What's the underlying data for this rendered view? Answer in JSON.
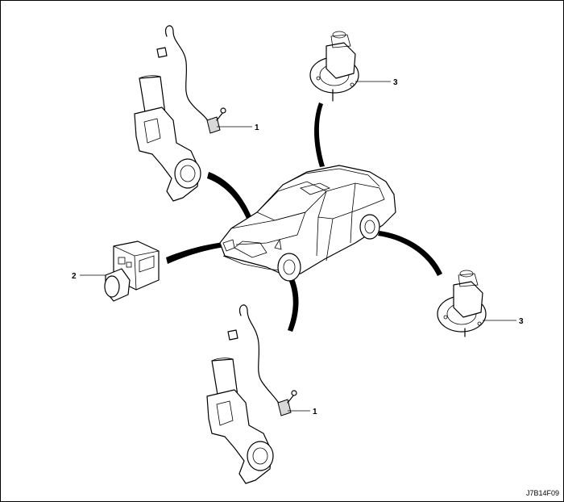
{
  "callouts": {
    "c1_top": "1",
    "c1_bottom": "1",
    "c2": "2",
    "c3_top": "3",
    "c3_right": "3"
  },
  "figure": {
    "code": "J7B14F09"
  }
}
